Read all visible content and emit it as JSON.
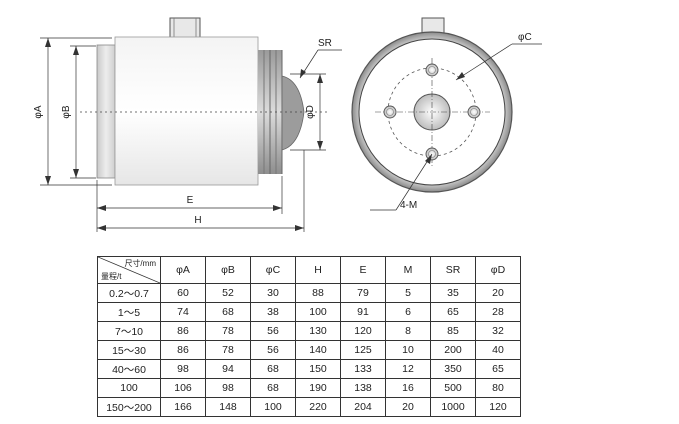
{
  "drawing": {
    "side_view_labels": {
      "dia_a": "φA",
      "dia_b": "φB",
      "sr": "SR",
      "dia_d": "φD",
      "len_e": "E",
      "len_h": "H"
    },
    "front_view_labels": {
      "dia_c": "φC",
      "holes": "4-M"
    }
  },
  "table": {
    "corner_top": "尺寸/mm",
    "corner_bottom": "量程/t",
    "headers": [
      "φA",
      "φB",
      "φC",
      "H",
      "E",
      "M",
      "SR",
      "φD"
    ],
    "rows": [
      [
        "0.2～0.7",
        "60",
        "52",
        "30",
        "88",
        "79",
        "5",
        "35",
        "20"
      ],
      [
        "1～5",
        "74",
        "68",
        "38",
        "100",
        "91",
        "6",
        "65",
        "28"
      ],
      [
        "7～10",
        "86",
        "78",
        "56",
        "130",
        "120",
        "8",
        "85",
        "32"
      ],
      [
        "15～30",
        "86",
        "78",
        "56",
        "140",
        "125",
        "10",
        "200",
        "40"
      ],
      [
        "40～60",
        "98",
        "94",
        "68",
        "150",
        "133",
        "12",
        "350",
        "65"
      ],
      [
        "100",
        "106",
        "98",
        "68",
        "190",
        "138",
        "16",
        "500",
        "80"
      ],
      [
        "150～200",
        "166",
        "148",
        "100",
        "220",
        "204",
        "20",
        "1000",
        "120"
      ]
    ]
  }
}
